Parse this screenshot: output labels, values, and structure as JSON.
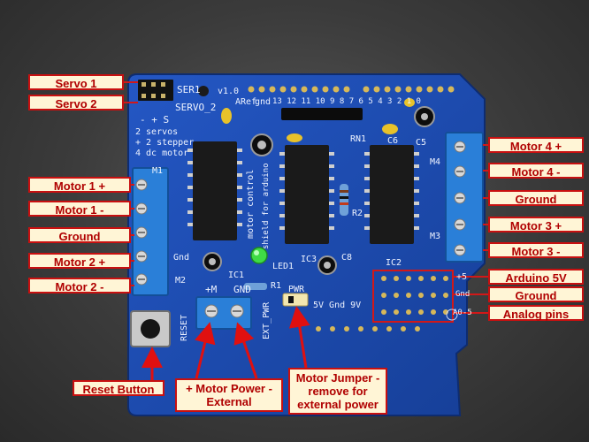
{
  "labels": {
    "servo1": "Servo 1",
    "servo2": "Servo 2",
    "motor1_plus": "Motor 1 +",
    "motor1_minus": "Motor 1 -",
    "ground_left": "Ground",
    "motor2_plus": "Motor 2 +",
    "motor2_minus": "Motor 2 -",
    "motor4_plus": "Motor 4 +",
    "motor4_minus": "Motor 4 -",
    "ground_right": "Ground",
    "motor3_plus": "Motor 3 +",
    "motor3_minus": "Motor 3 -",
    "arduino_5v": "Arduino 5V",
    "ground_header": "Ground",
    "analog_pins": "Analog pins",
    "reset_button": "Reset Button",
    "motor_power": "+ Motor Power - External",
    "motor_jumper": "Motor Jumper - remove for external power"
  },
  "silkscreen": {
    "ser1": "SER1",
    "servo2": "SERVO_2",
    "version": "v1.0",
    "aref": "ARef",
    "gnd_top": "gnd",
    "pin_numbers": "13 12 11 10  9  8     7  6  5  4  3  2  1  0",
    "plus_s": "- + S",
    "servo_desc": "2 servos\n+ 2 stepper\n4 dc motor",
    "m1": "M1",
    "m2": "M2",
    "m3": "M3",
    "m4": "M4",
    "gnd_side": "Gnd",
    "ic1": "IC1",
    "ic2": "IC2",
    "ic3": "IC3",
    "c8": "C8",
    "c6": "C6",
    "c5": "C5",
    "rn1": "RN1",
    "r1": "R1",
    "r2": "R2",
    "led1": "LED1",
    "motor_control": "motor control",
    "shield_for_arduino": "shield for arduino",
    "plus_m": "+M",
    "gnd_terminal": "GND",
    "ext_pwr": "EXT_PWR",
    "pwr": "PWR",
    "volts": "5V Gnd 9V",
    "reset": "RESET",
    "plus5": "+5",
    "gnd_hdr": "Gnd",
    "a0_5": "A0-5"
  },
  "colors": {
    "pcb": "#1c4fb8",
    "label_fill": "#fff5d6",
    "label_border": "#c81010",
    "label_text": "#b00000",
    "arrow": "#e01010"
  }
}
